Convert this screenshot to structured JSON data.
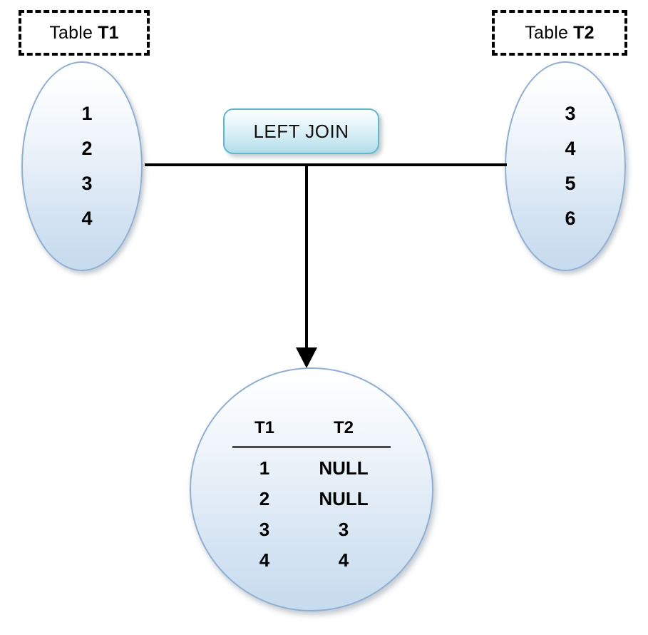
{
  "diagram": {
    "title": "LEFT JOIN",
    "join_label": "LEFT JOIN",
    "left_table": {
      "label_prefix": "Table",
      "label_name": "T1",
      "values": [
        "1",
        "2",
        "3",
        "4"
      ]
    },
    "right_table": {
      "label_prefix": "Table",
      "label_name": "T2",
      "values": [
        "3",
        "4",
        "5",
        "6"
      ]
    },
    "result": {
      "headers": [
        "T1",
        "T2"
      ],
      "rows": [
        [
          "1",
          "NULL"
        ],
        [
          "2",
          "NULL"
        ],
        [
          "3",
          "3"
        ],
        [
          "4",
          "4"
        ]
      ]
    },
    "colors": {
      "shape_border": "#8faed1",
      "shape_fill_top": "#ffffff",
      "shape_fill_bottom": "#c6dbee",
      "badge_border": "#5fb7cd",
      "badge_fill_bottom": "#b2dde9",
      "connector": "#000000",
      "dashed_box": "#000000"
    }
  }
}
